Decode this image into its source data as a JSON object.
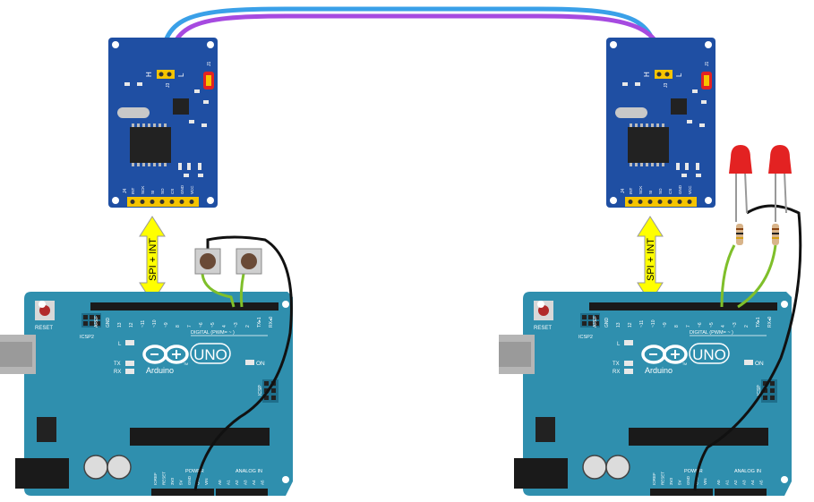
{
  "colors": {
    "board": "#2f8fae",
    "board_dark": "#1f6f8c",
    "module": "#1f4fa3",
    "pin_yellow": "#f5c400",
    "arrow_yellow": "#ffff00",
    "wire_blue": "#3aa0e8",
    "wire_purple": "#a64ae0",
    "wire_green": "#7fbf2a",
    "wire_black": "#111111",
    "led_red": "#e32222"
  },
  "left": {
    "module": {
      "jumper_h": "H",
      "jumper_l": "L",
      "jumper_id": "J1",
      "header_id": "J3",
      "pins": [
        "INT",
        "SCK",
        "SI",
        "SO",
        "CS",
        "GND",
        "VCC"
      ],
      "header_label": "J4"
    },
    "arrow_label": "SPI + INT",
    "arduino": {
      "reset": "RESET",
      "icsp2": "ICSP2",
      "icsp": "ICSP",
      "brand": "Arduino",
      "model": "UNO",
      "led_l": "L",
      "led_tx": "TX",
      "led_rx": "RX",
      "led_on": "ON",
      "digital": "DIGITAL (PWM= ~ )",
      "top_pins": [
        "AREF",
        "GND",
        "13",
        "12",
        "~11",
        "~10",
        "~9",
        "8",
        "7",
        "~6",
        "~5",
        "4",
        "~3",
        "2",
        "TX▸1",
        "RX◂0"
      ],
      "power": "POWER",
      "power_pins": [
        "IOREF",
        "RESET",
        "3V3",
        "5V",
        "GND",
        "GND",
        "VIN"
      ],
      "analog": "ANALOG IN",
      "analog_pins": [
        "A0",
        "A1",
        "A2",
        "A3",
        "A4",
        "A5"
      ],
      "tm": "TM"
    }
  },
  "right": {
    "module": {
      "jumper_h": "H",
      "jumper_l": "L",
      "jumper_id": "J1",
      "header_id": "J3",
      "pins": [
        "INT",
        "SCK",
        "SI",
        "SO",
        "CS",
        "GND",
        "VCC"
      ],
      "header_label": "J4"
    },
    "arrow_label": "SPI + INT",
    "arduino": {
      "reset": "RESET",
      "icsp2": "ICSP2",
      "icsp": "ICSP",
      "brand": "Arduino",
      "model": "UNO",
      "led_l": "L",
      "led_tx": "TX",
      "led_rx": "RX",
      "led_on": "ON",
      "digital": "DIGITAL (PWM= ~ )",
      "top_pins": [
        "AREF",
        "GND",
        "13",
        "12",
        "~11",
        "~10",
        "~9",
        "8",
        "7",
        "~6",
        "~5",
        "4",
        "~3",
        "2",
        "TX▸1",
        "RX◂0"
      ],
      "power": "POWER",
      "power_pins": [
        "IOREF",
        "RESET",
        "3V3",
        "5V",
        "GND",
        "GND",
        "VIN"
      ],
      "analog": "ANALOG IN",
      "analog_pins": [
        "A0",
        "A1",
        "A2",
        "A3",
        "A4",
        "A5"
      ],
      "tm": "TM"
    }
  }
}
